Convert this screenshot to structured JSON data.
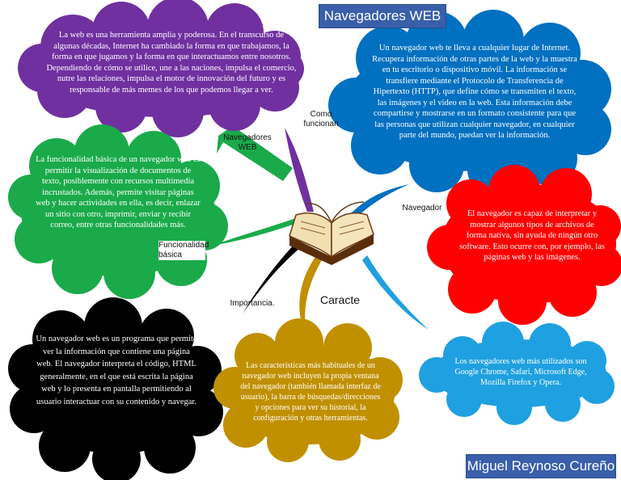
{
  "title": "Navegadores WEB",
  "author": "Miguel Reynoso Cureño",
  "center_label": "Caracte",
  "branch_labels": {
    "como_funcionan": "Como funcionan",
    "navegadores_web": "Navegadores WEB",
    "navegador": "Navegador",
    "funcionalidad": "Funcionalidad básica",
    "importancia": "Importancia."
  },
  "clouds": {
    "purple": "La web es una herramienta amplia y poderosa. En el transcurso de algunas décadas, Internet ha cambiado la forma en que trabajamos, la forma en que jugamos y la forma en que interactuamos entre nosotros. Dependiendo de cómo se utilice, une a las naciones, impulsa el comercio, nutre las relaciones, impulsa el motor de innovación del futuro y es responsable de más memes de los que podemos llegar a ver.",
    "blue": "Un navegador web te lleva a cualquier lugar de Internet. Recupera información de otras partes de la web y la muestra en tu escritorio o dispositivo móvil. La información se transfiere mediante el Protocolo de Transferencia de Hipertexto (HTTP), que define cómo se transmiten el texto, las imágenes y el video en la web. Esta información debe compartirse y mostrarse en un formato consistente para que las personas que utilizan cualquier navegador, en cualquier parte del mundo, puedan ver la información.",
    "green": "La funcionalidad básica de un navegador web es permitir la visualización de documentos de texto, posiblemente con recursos multimedia incrustados. Además, permite visitar páginas web y hacer actividades en ella, es decir, enlazar un sitio con otro, imprimir, enviar y recibir correo, entre otras funcionalidades más.",
    "red": "El navegador es capaz de interpretar y mostrar algunos tipos de archivos de forma nativa, sin ayuda de ningún otro software. Esto ocurre con, por ejemplo, las páginas web y las imágenes.",
    "black": "Un navegador web es un programa que permite ver la información que contiene una página web. El navegador interpreta el código, HTML generalmente, en el que está escrita la página web y lo presenta en pantalla permitiendo al usuario interactuar con su contenido y navegar.",
    "gold": "Las características más habituales de un navegador web incluyen la propia ventana del navegador (también llamada interfaz de usuario), la barra de búsquedas/direcciones y opciones para ver su historial, la configuración y otras herramientas.",
    "cyan": "Los navegadores web más utilizados son Google Chrome, Safari, Microsoft Edge, Mozilla Firefox y Opera."
  },
  "colors": {
    "purple": "#7030a0",
    "blue": "#0070c0",
    "green": "#1aaa4a",
    "red": "#ff0000",
    "black": "#000000",
    "gold": "#c09000",
    "cyan": "#1fa0e0",
    "title_bg": "#3a5fab"
  },
  "center_icon": "open-book-icon"
}
